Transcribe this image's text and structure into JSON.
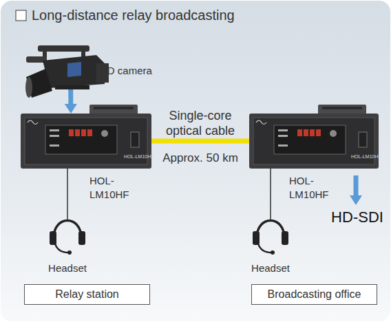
{
  "diagram": {
    "title": "Long-distance relay broadcasting",
    "nodes": [
      {
        "text": [
          "HD camera"
        ]
      },
      {
        "text": [
          "HOL-LM10HF",
          "HOL- LM10HF"
        ]
      },
      {
        "text": [
          "HOL-LM10HF",
          "HOL- LM10HF"
        ]
      },
      {
        "text": [
          "Headset"
        ]
      },
      {
        "text": [
          "Headset"
        ]
      },
      {
        "text": [
          "Relay station"
        ]
      },
      {
        "text": [
          "Broadcasting office"
        ]
      }
    ],
    "edges": [
      {
        "from": 0,
        "to": 1,
        "arrow": "to"
      },
      {
        "from": 1,
        "to": 2,
        "label": "Single-core optical cable",
        "arrow": "none"
      },
      {
        "from": 1,
        "to": 3,
        "arrow": "none"
      },
      {
        "from": 2,
        "to": 4,
        "arrow": "none"
      }
    ],
    "labels": [
      "Approx. 50 km",
      "HD-SDI"
    ]
  }
}
